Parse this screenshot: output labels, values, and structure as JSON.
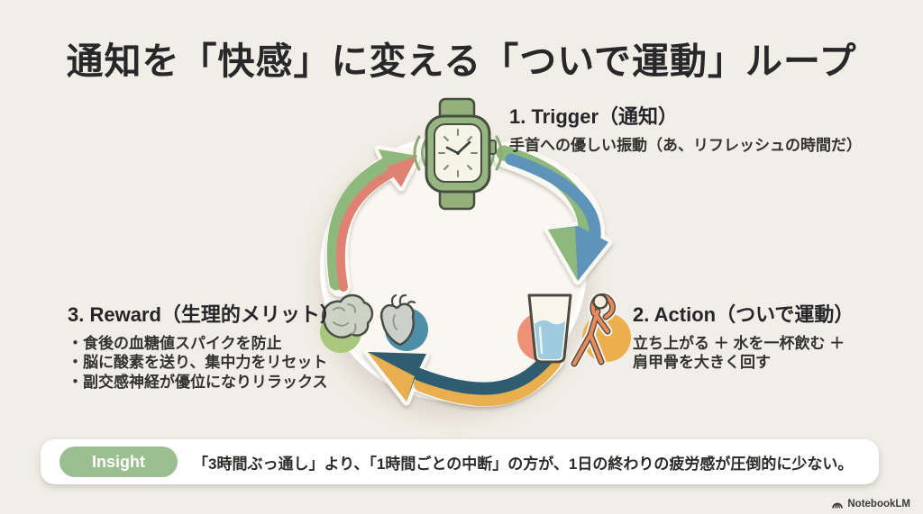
{
  "title": "通知を「快感」に変える「ついで運動」ループ",
  "steps": {
    "trigger": {
      "title": "1. Trigger（通知）",
      "description": "手首への優しい振動（あ、リフレッシュの時間だ）"
    },
    "action": {
      "title": "2. Action（ついで運動）",
      "line1": "立ち上がる ＋ 水を一杯飲む ＋",
      "line2": "肩甲骨を大きく回す"
    },
    "reward": {
      "title": "3. Reward（生理的メリット）",
      "bullet1": "・食後の血糖値スパイクを防止",
      "bullet2": "・脳に酸素を送り、集中力をリセット",
      "bullet3": "・副交感神経が優位になりリラックス"
    }
  },
  "insight": {
    "badge_label": "Insight",
    "text": "「3時間ぶっ通し」より、「1時間ごとの中断」の方が、1日の終わりの疲労感が圧倒的に少ない。"
  },
  "watermark": "NotebookLM",
  "icons": {
    "trigger": "smartwatch-notification-icon",
    "action": [
      "water-glass-icon",
      "stretching-person-icon"
    ],
    "reward": [
      "brain-icon",
      "heart-icon"
    ]
  },
  "colors": {
    "background": "#F1EEE7",
    "title_text": "#28282A",
    "arrow_green": "#8FB87C",
    "arrow_blue": "#5E93BA",
    "arrow_teal": "#2E5D72",
    "arrow_yellow": "#E9AF4F",
    "arrow_salmon": "#E08273",
    "insight_badge_green": "#9CBF92",
    "insight_card": "#FFFFFF"
  }
}
